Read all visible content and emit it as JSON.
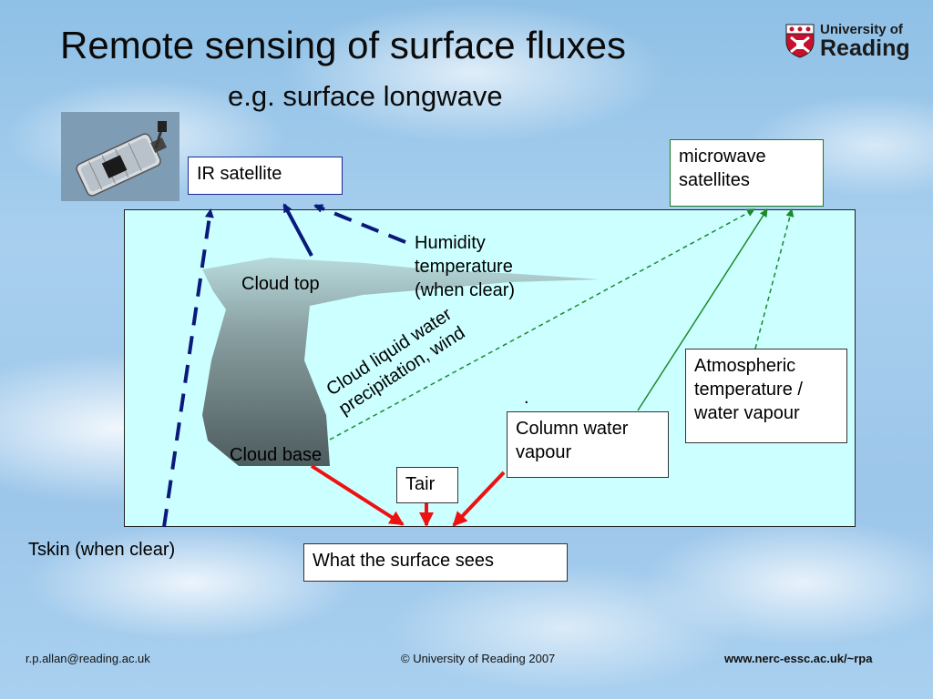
{
  "slide": {
    "title": "Remote sensing of surface fluxes",
    "subtitle": "e.g. surface longwave",
    "logo": {
      "line1": "University of",
      "line2": "Reading"
    }
  },
  "diagram": {
    "ir_satellite": "IR satellite",
    "microwave_satellites": {
      "line1": "microwave",
      "line2": "satellites"
    },
    "humidity": {
      "line1": "Humidity",
      "line2": "temperature",
      "line3": "(when clear)"
    },
    "cloud_top": "Cloud top",
    "cloud_base": "Cloud base",
    "cloud_liquid": {
      "line1": "Cloud liquid water",
      "line2": "precipitation, wind"
    },
    "dot": ".",
    "atmospheric": {
      "line1": "Atmospheric",
      "line2": "temperature /",
      "line3": "water vapour"
    },
    "column_water": {
      "line1": "Column water",
      "line2": "vapour"
    },
    "tair": "Tair",
    "tskin": "Tskin (when clear)",
    "surface_sees": "What the surface sees"
  },
  "footer": {
    "email": "r.p.allan@reading.ac.uk",
    "copyright": "© University of Reading 2007",
    "url": "www.nerc-essc.ac.uk/~rpa"
  },
  "colors": {
    "panel": "#ccffff",
    "ir_arrow": "#0a1a7a",
    "microwave_arrow": "#1a8a2a",
    "surface_arrow": "#ee1111",
    "logo_red": "#c8102e"
  },
  "icons": {
    "logo": "university-crest-icon",
    "satellite": "satellite-image-icon"
  }
}
